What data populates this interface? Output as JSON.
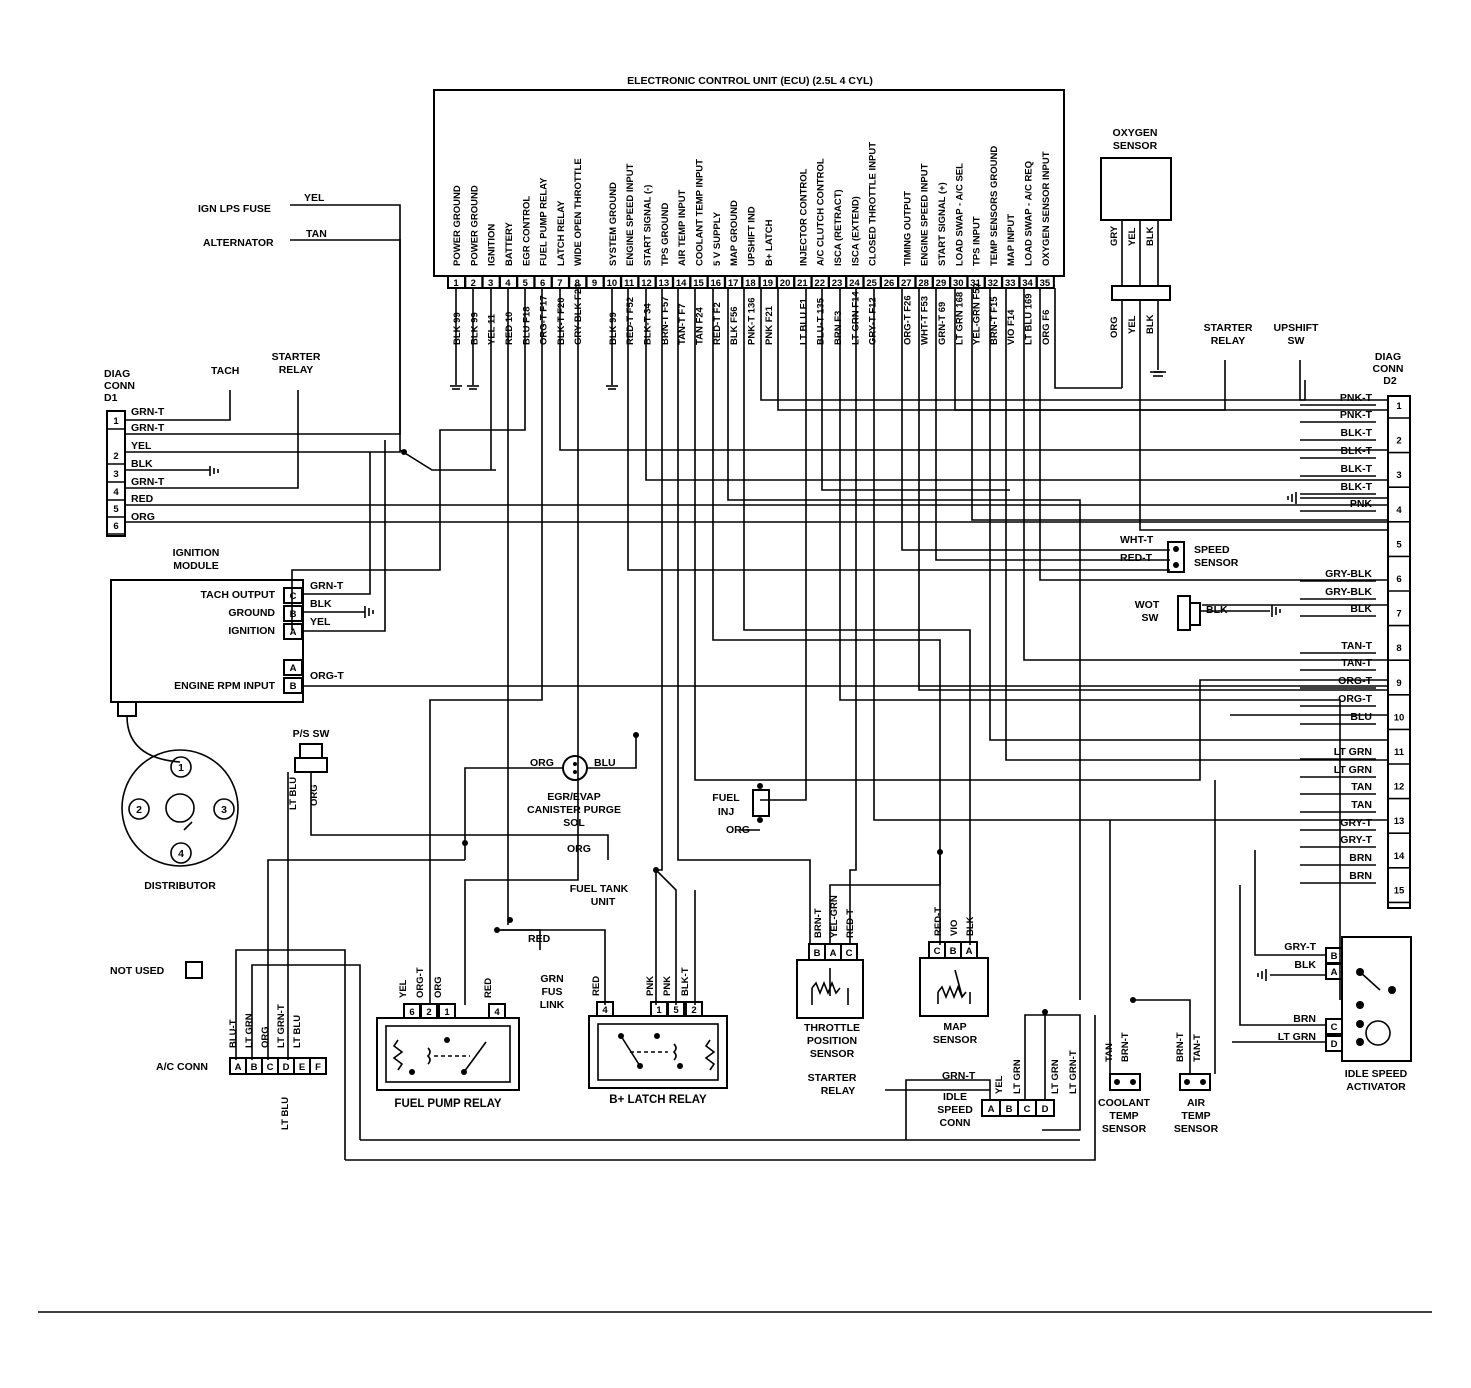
{
  "ecu": {
    "title": "ELECTRONIC CONTROL UNIT (ECU) (2.5L 4 CYL)",
    "functions": [
      "POWER GROUND",
      "POWER GROUND",
      "IGNITION",
      "BATTERY",
      "EGR CONTROL",
      "FUEL PUMP RELAY",
      "LATCH RELAY",
      "WIDE OPEN THROTTLE",
      "",
      "SYSTEM GROUND",
      "ENGINE SPEED INPUT",
      "START SIGNAL (-)",
      "TPS GROUND",
      "AIR TEMP INPUT",
      "COOLANT TEMP INPUT",
      "5 V SUPPLY",
      "MAP GROUND",
      "UPSHIFT IND",
      "B+ LATCH",
      "",
      "INJECTOR CONTROL",
      "A/C CLUTCH CONTROL",
      "ISCA (RETRACT)",
      "ISCA (EXTEND)",
      "CLOSED THROTTLE INPUT",
      "",
      "TIMING OUTPUT",
      "ENGINE SPEED INPUT",
      "START SIGNAL (+)",
      "LOAD SWAP - A/C SEL",
      "TPS INPUT",
      "TEMP SENSORS GROUND",
      "MAP INPUT",
      "LOAD SWAP - A/C REQ",
      "OXYGEN SENSOR INPUT"
    ],
    "pins": [
      "1",
      "2",
      "3",
      "4",
      "5",
      "6",
      "7",
      "8",
      "9",
      "10",
      "11",
      "12",
      "13",
      "14",
      "15",
      "16",
      "17",
      "18",
      "19",
      "20",
      "21",
      "22",
      "23",
      "24",
      "25",
      "26",
      "27",
      "28",
      "29",
      "30",
      "31",
      "32",
      "33",
      "34",
      "35"
    ],
    "wires": [
      "BLK 99",
      "BLK 99",
      "YEL 11",
      "RED 10",
      "BLU F18",
      "ORG-T F17",
      "BLK-T F20",
      "GRY-BLK F24",
      "",
      "BLK 99",
      "RED-T F52",
      "BLK-T 34",
      "BRN-T F57",
      "TAN-T F7",
      "TAN F24",
      "RED-T F2",
      "BLK F56",
      "PNK-T 136",
      "PNK F21",
      "",
      "LT BLU F1",
      "BLU-T 135",
      "BRN F3",
      "LT GRN F14",
      "GRY-T F12",
      "",
      "ORG-T F26",
      "WHT-T F53",
      "GRN-T 69",
      "LT GRN 168",
      "YEL-GRN F50",
      "BRN-T F15",
      "VIO F14",
      "LT BLU 169",
      "ORG F6"
    ]
  },
  "oxygen_sensor": {
    "label": "OXYGEN SENSOR",
    "wires_top": [
      "GRY",
      "YEL",
      "BLK"
    ],
    "wires_bottom": [
      "ORG",
      "YEL",
      "BLK"
    ]
  },
  "left_labels": {
    "ign_fuse": "IGN LPS FUSE",
    "ign_fuse_wire": "YEL",
    "alternator": "ALTERNATOR",
    "alternator_wire": "TAN",
    "tach": "TACH",
    "starter_relay": "STARTER RELAY"
  },
  "diag_d1": {
    "label": "DIAG CONN D1",
    "pins": [
      "1",
      "2",
      "3",
      "4",
      "5",
      "6"
    ],
    "wires": [
      "GRN-T",
      "GRN-T",
      "YEL",
      "BLK",
      "GRN-T",
      "RED",
      "ORG"
    ]
  },
  "ignition_module": {
    "label": "IGNITION MODULE",
    "rows": [
      "TACH OUTPUT",
      "GROUND",
      "IGNITION",
      "ENGINE RPM INPUT"
    ],
    "pins": [
      "C",
      "B",
      "A",
      "A",
      "B"
    ],
    "wires": [
      "GRN-T",
      "BLK",
      "YEL",
      "ORG-T"
    ]
  },
  "distributor": {
    "label": "DISTRIBUTOR",
    "terminals": [
      "1",
      "2",
      "3",
      "4"
    ]
  },
  "ps_sw": {
    "label": "P/S SW",
    "wires": [
      "LT BLU",
      "ORG"
    ]
  },
  "egr": {
    "label": "EGR/EVAP CANISTER PURGE SOL",
    "wires": [
      "ORG",
      "BLU"
    ]
  },
  "fuel_inj": {
    "label": "FUEL INJ",
    "wire": "ORG"
  },
  "fuel_tank": {
    "label": "FUEL TANK UNIT",
    "wire": "ORG"
  },
  "fus_link": {
    "label": "GRN FUS LINK",
    "wire": "RED"
  },
  "not_used": "NOT USED",
  "ac_conn": {
    "label": "A/C CONN",
    "pins": [
      "A",
      "B",
      "C",
      "D",
      "E",
      "F"
    ],
    "wires": [
      "BLU-T",
      "LT GRN",
      "ORG",
      "LT GRN-T",
      "LT BLU",
      "LT BLU"
    ]
  },
  "fuel_pump_relay": {
    "label": "FUEL PUMP RELAY",
    "pins": [
      "6",
      "2",
      "1",
      "4"
    ],
    "wires": [
      "YEL",
      "ORG-T",
      "ORG",
      "RED"
    ]
  },
  "latch_relay": {
    "label": "B+ LATCH RELAY",
    "pins": [
      "4",
      "1",
      "5",
      "2"
    ],
    "wires": [
      "RED",
      "PNK",
      "PNK",
      "BLK-T"
    ]
  },
  "tps": {
    "label": "THROTTLE POSITION SENSOR",
    "pins": [
      "B",
      "A",
      "C"
    ],
    "wires": [
      "BRN-T",
      "YEL-GRN",
      "RED-T"
    ]
  },
  "map": {
    "label": "MAP SENSOR",
    "pins": [
      "C",
      "B",
      "A"
    ],
    "wires": [
      "RED-T",
      "VIO",
      "BLK"
    ]
  },
  "isc_conn": {
    "label": "IDLE SPEED CONN",
    "pins": [
      "A",
      "B",
      "C",
      "D"
    ],
    "wires": [
      "GRN-T",
      "YEL",
      "LT GRN",
      "LT GRN",
      "LT GRN-T"
    ],
    "starter_relay": "STARTER RELAY"
  },
  "coolant": {
    "label": "COOLANT TEMP SENSOR",
    "wires": [
      "TAN",
      "BRN-T"
    ]
  },
  "air_temp": {
    "label": "AIR TEMP SENSOR",
    "wires": [
      "BRN-T",
      "TAN-T"
    ]
  },
  "isa": {
    "label": "IDLE SPEED ACTIVATOR",
    "pins": [
      "B",
      "A",
      "C",
      "D"
    ],
    "wires": [
      "GRY-T",
      "BLK",
      "BRN",
      "LT GRN"
    ]
  },
  "right_top": {
    "starter_relay": "STARTER RELAY",
    "upshift": "UPSHIFT SW"
  },
  "speed_sensor": {
    "label": "SPEED SENSOR",
    "wires": [
      "WHT-T",
      "RED-T"
    ]
  },
  "wot_sw": {
    "label": "WOT SW",
    "wire": "BLK"
  },
  "diag_d2": {
    "label": "DIAG CONN D2",
    "pins": [
      "1",
      "2",
      "3",
      "4",
      "5",
      "6",
      "7",
      "8",
      "9",
      "10",
      "11",
      "12",
      "13",
      "14",
      "15"
    ],
    "wires": [
      "PNK-T",
      "PNK-T",
      "BLK-T",
      "BLK-T",
      "BLK-T",
      "BLK-T",
      "PNK",
      "GRY-BLK",
      "GRY-BLK",
      "BLK",
      "TAN-T",
      "TAN-T",
      "ORG-T",
      "ORG-T",
      "BLU",
      "LT GRN",
      "LT GRN",
      "TAN",
      "TAN",
      "GRY-T",
      "GRY-T",
      "BRN",
      "BRN"
    ]
  }
}
